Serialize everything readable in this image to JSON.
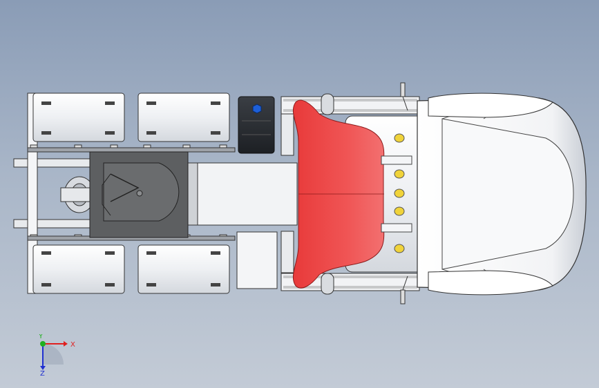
{
  "window": {
    "background_top": "#8a9cb6",
    "background_bottom": "#c3cbd6"
  },
  "model": {
    "view": "top",
    "colors": {
      "body": "#f2f3f5",
      "fairing": "#ef4a4a",
      "frame": "#6f7275",
      "fifth_wheel": "#5d5f61",
      "fuel_tank": "#2a2d31",
      "lights": "#f0d33a",
      "outline": "#2b2b2b",
      "cap_icon": "#1d5fd8"
    },
    "icons": [
      "fuel-cap-icon"
    ]
  },
  "triad": {
    "x_label": "X",
    "y_label": "Y",
    "z_label": "Z",
    "x_color": "#e02020",
    "y_color": "#20b020",
    "z_color": "#2030d0"
  }
}
